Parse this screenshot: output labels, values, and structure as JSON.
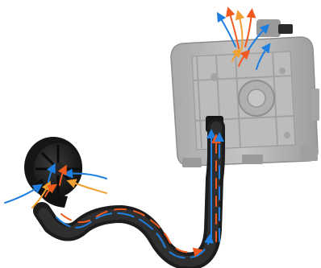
{
  "scene": {
    "components": [
      "device-housing",
      "flexible-hose",
      "intake-connector"
    ],
    "airflow": {
      "colors": {
        "cool": "#1f7fe0",
        "warm": "#f05a1e",
        "amber": "#f0a030"
      }
    },
    "colors": {
      "hose": "#1c1c1c",
      "connector": "#202020",
      "housing": "#b7b7b7",
      "background": "#ffffff"
    }
  }
}
